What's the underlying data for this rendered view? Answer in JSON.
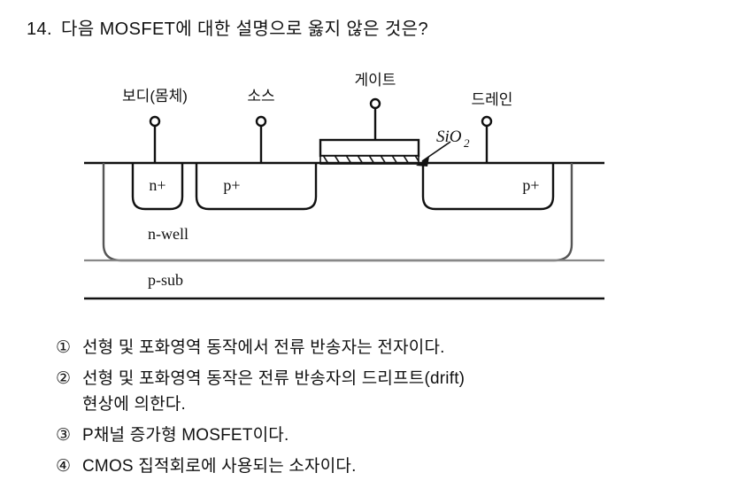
{
  "question": {
    "number": "14.",
    "text": "다음 MOSFET에 대한 설명으로 옳지 않은 것은?"
  },
  "figure": {
    "terminals": [
      {
        "name": "body",
        "label": "보디(몸체)"
      },
      {
        "name": "source",
        "label": "소스"
      },
      {
        "name": "gate",
        "label": "게이트"
      },
      {
        "name": "drain",
        "label": "드레인"
      }
    ],
    "oxide_label": "SiO",
    "oxide_label_sub": "2",
    "regions": [
      {
        "name": "body-contact",
        "label": "n+"
      },
      {
        "name": "source-region",
        "label": "p+"
      },
      {
        "name": "drain-region",
        "label": "p+"
      },
      {
        "name": "well",
        "label": "n-well"
      },
      {
        "name": "substrate",
        "label": "p-sub"
      }
    ]
  },
  "options": [
    {
      "marker": "①",
      "text": "선형 및 포화영역 동작에서 전류 반송자는 전자이다."
    },
    {
      "marker": "②",
      "text": "선형 및 포화영역 동작은 전류 반송자의 드리프트(drift)\n현상에 의한다."
    },
    {
      "marker": "③",
      "text": "P채널 증가형 MOSFET이다."
    },
    {
      "marker": "④",
      "text": "CMOS 집적회로에 사용되는 소자이다."
    }
  ]
}
